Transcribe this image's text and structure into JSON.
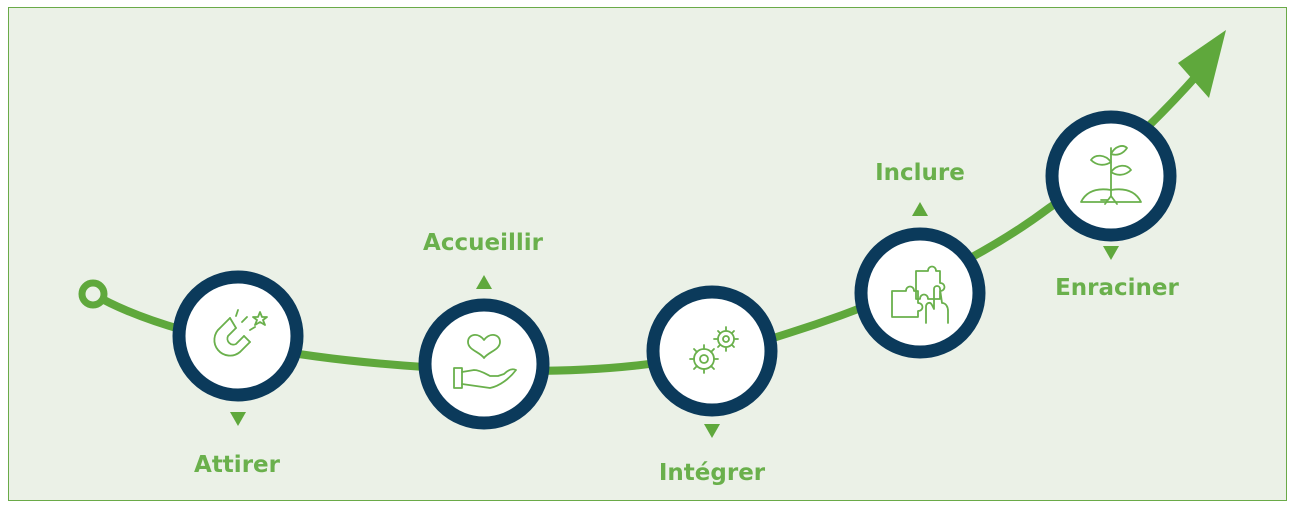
{
  "steps": [
    {
      "label": "Attirer",
      "icon": "magnet-star-icon"
    },
    {
      "label": "Accueillir",
      "icon": "heart-hand-icon"
    },
    {
      "label": "Intégrer",
      "icon": "gears-icon"
    },
    {
      "label": "Inclure",
      "icon": "puzzle-hand-icon"
    },
    {
      "label": "Enraciner",
      "icon": "plant-roots-icon"
    }
  ],
  "colors": {
    "background": "#ebf1e7",
    "path": "#5fa83c",
    "ring": "#0b3a5b",
    "label": "#6ab04c"
  }
}
